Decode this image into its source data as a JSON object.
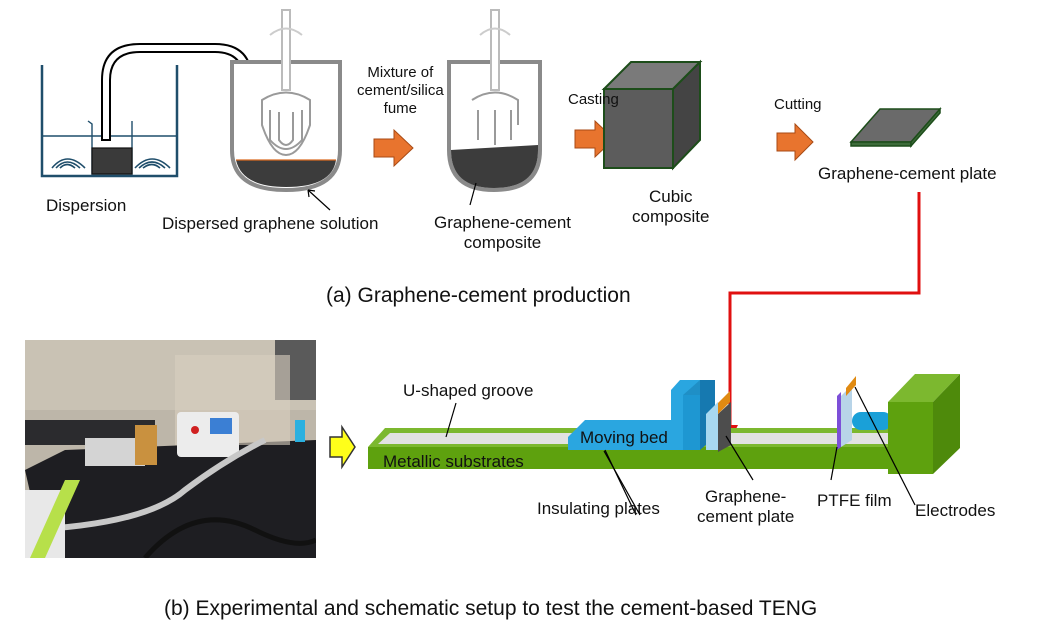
{
  "figure": {
    "panel_a": {
      "caption": "(a) Graphene-cement production",
      "labels": {
        "dispersion": "Dispersion",
        "dispersed_solution": "Dispersed graphene solution",
        "mixture_line1": "Mixture of",
        "mixture_line2": "cement/silica",
        "mixture_line3": "fume",
        "composite_line1": "Graphene-cement",
        "composite_line2": "composite",
        "casting": "Casting",
        "cubic_line1": "Cubic",
        "cubic_line2": "composite",
        "cutting": "Cutting",
        "plate": "Graphene-cement plate"
      }
    },
    "panel_b": {
      "caption": "(b) Experimental and schematic setup to test the cement-based TENG",
      "labels": {
        "groove": "U-shaped groove",
        "moving_bed": "Moving bed",
        "substrates": "Metallic substrates",
        "insulating": "Insulating plates",
        "gc_plate_line1": "Graphene-",
        "gc_plate_line2": "cement plate",
        "ptfe": "PTFE film",
        "electrodes": "Electrodes"
      }
    },
    "colors": {
      "process_arrow": "#e8742e",
      "link_arrow": "#e01010",
      "pointer_arrow": "#ffff1a",
      "substrate_green": "#5ea10e",
      "moving_bed_blue": "#2aa6e0",
      "cement_gray": "#5a5a5a",
      "electrode_orange": "#e08a12",
      "bath_blue": "#1f4e6b"
    }
  }
}
